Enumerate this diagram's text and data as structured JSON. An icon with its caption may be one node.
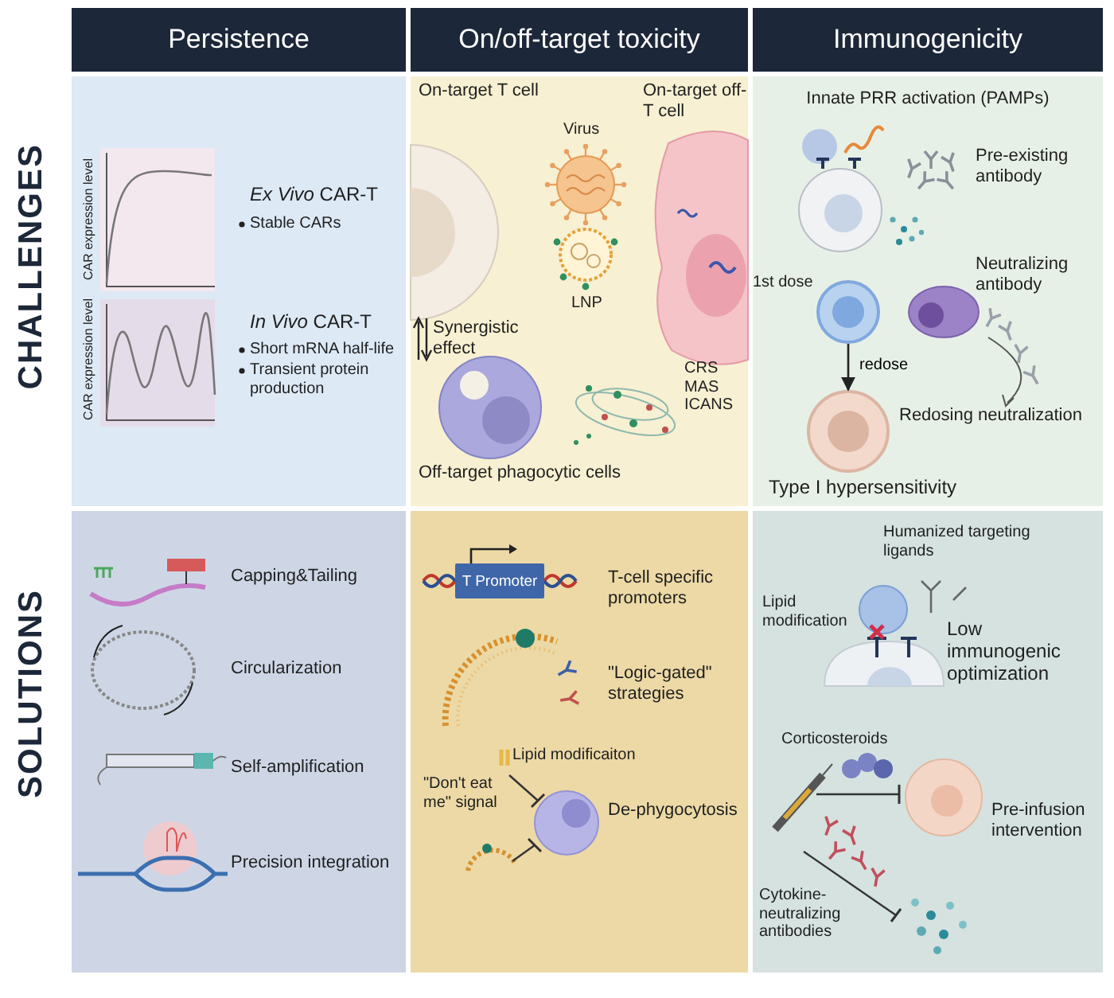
{
  "diagram": {
    "nodes": [
      {
        "text": [
          "Persistence"
        ]
      },
      {
        "text": [
          "On/off-target toxicity"
        ]
      },
      {
        "text": [
          "Immunogenicity"
        ]
      },
      {
        "text": [
          "CAR expression level",
          "*Ex Vivo* CAR-T",
          "Stable CARs",
          "CAR expression level",
          "*In Vivo* CAR-T",
          "Short mRNA half-life",
          "Transient protein production"
        ]
      },
      {
        "text": [
          "On-target T cell",
          "Virus",
          "On-target off-T cell",
          "Synergistic effect",
          "LNP",
          "CRS MAS ICANS",
          "Off-target phagocytic cells"
        ]
      },
      {
        "text": [
          "Innate PRR activation (PAMPs)",
          "Pre-existing antibody",
          "Neutralizing antibody",
          "Redosing neutralization"
        ]
      },
      {
        "text": [],
        "shape": "picture",
        "in": 5,
        "beside": [
          "1st dose"
        ]
      },
      {
        "text": [],
        "shape": "picture",
        "in": 5,
        "beside": [
          "Type I hypersensitivity"
        ]
      },
      {
        "text": [
          "Capping&Tailing",
          "Circularization",
          "Self-amplification",
          "Precision integration"
        ]
      },
      {
        "text": [
          "T-cell specific promoters",
          "\"Logic-gated\" strategies",
          "Lipid modificaiton",
          "\"Don't eat me\" signal",
          "De-phygocytosis"
        ]
      },
      {
        "text": [
          "T Promoter"
        ],
        "in": 9
      },
      {
        "text": [
          "Humanized targeting ligands",
          "Lipid modification",
          "Low immunogenic optimization",
          "Corticosteroids",
          "Pre-infusion intervention",
          "Cytokine-neutralizing antibodies"
        ]
      }
    ],
    "edges": [
      {
        "from": 6,
        "to": 7,
        "arrow": "to",
        "label": "redose"
      }
    ],
    "labels": [
      "CHALLENGES",
      "SOLUTIONS"
    ]
  }
}
